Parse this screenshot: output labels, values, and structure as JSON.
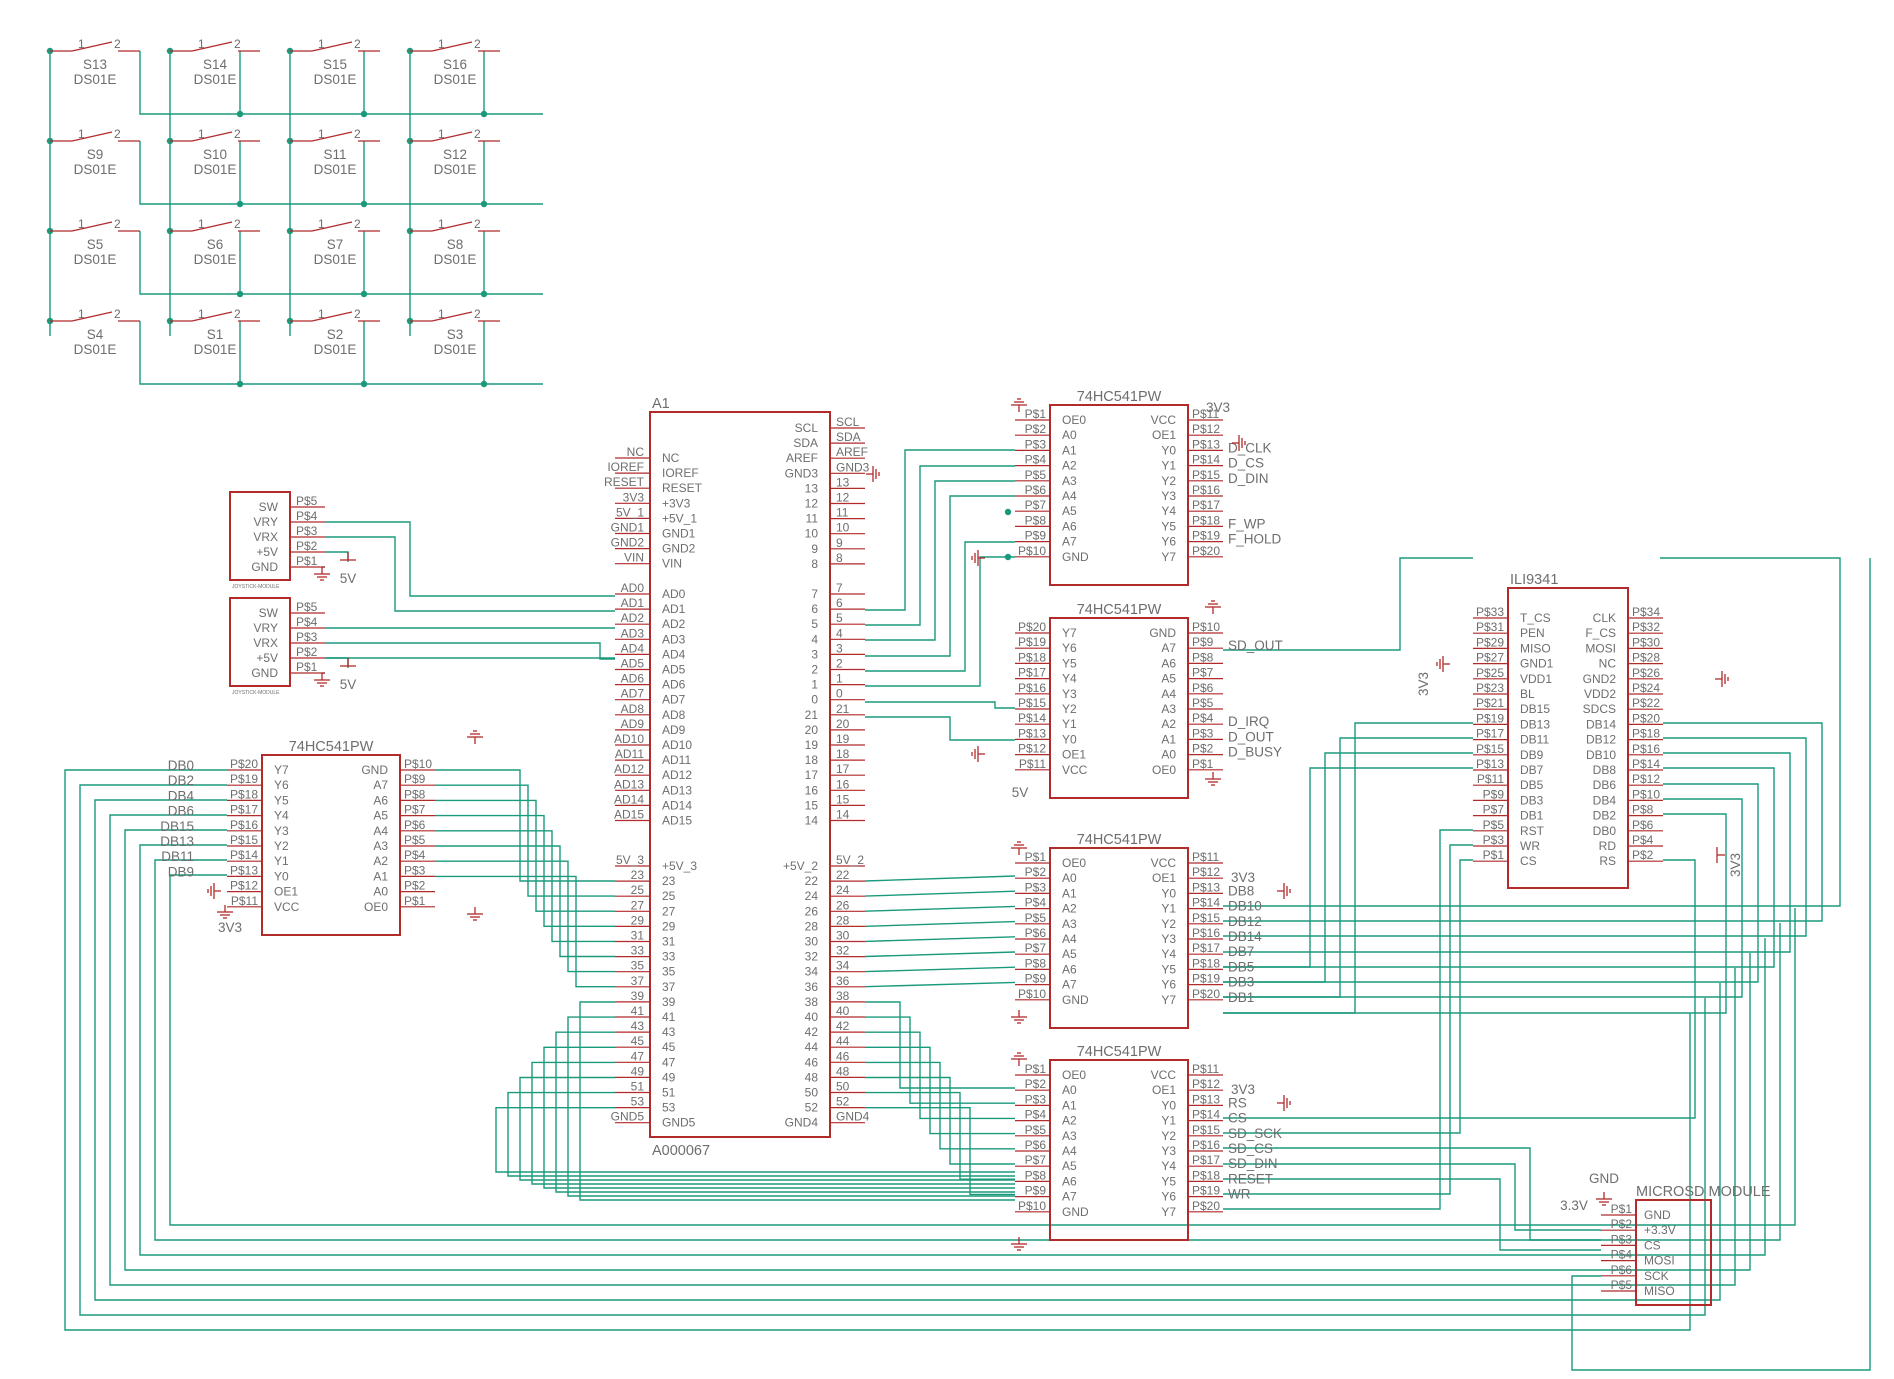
{
  "keypad": {
    "rows": [
      [
        {
          "ref": "S13",
          "val": "DS01E"
        },
        {
          "ref": "S14",
          "val": "DS01E"
        },
        {
          "ref": "S15",
          "val": "DS01E"
        },
        {
          "ref": "S16",
          "val": "DS01E"
        }
      ],
      [
        {
          "ref": "S9",
          "val": "DS01E"
        },
        {
          "ref": "S10",
          "val": "DS01E"
        },
        {
          "ref": "S11",
          "val": "DS01E"
        },
        {
          "ref": "S12",
          "val": "DS01E"
        }
      ],
      [
        {
          "ref": "S5",
          "val": "DS01E"
        },
        {
          "ref": "S6",
          "val": "DS01E"
        },
        {
          "ref": "S7",
          "val": "DS01E"
        },
        {
          "ref": "S8",
          "val": "DS01E"
        }
      ],
      [
        {
          "ref": "S4",
          "val": "DS01E"
        },
        {
          "ref": "S1",
          "val": "DS01E"
        },
        {
          "ref": "S2",
          "val": "DS01E"
        },
        {
          "ref": "S3",
          "val": "DS01E"
        }
      ]
    ],
    "pin1": "1",
    "pin2": "2"
  },
  "joysticks": [
    {
      "inner": [
        "SW",
        "VRY",
        "VRX",
        "+5V",
        "GND"
      ],
      "outer": [
        "P$5",
        "P$4",
        "P$3",
        "P$2",
        "P$1"
      ],
      "caption": "JOYSTICK-MODULE",
      "power": "5V"
    },
    {
      "inner": [
        "SW",
        "VRY",
        "VRX",
        "+5V",
        "GND"
      ],
      "outer": [
        "P$5",
        "P$4",
        "P$3",
        "P$2",
        "P$1"
      ],
      "caption": "JOYSTICK-MODULE",
      "power": "5V"
    }
  ],
  "arduino": {
    "ref": "A1",
    "value": "A000067",
    "left_top_inner": [
      "NC",
      "IOREF",
      "RESET",
      "+3V3",
      "+5V_1",
      "GND1",
      "GND2",
      "VIN"
    ],
    "left_top_outer": [
      "NC",
      "IOREF",
      "RESET",
      "3V3",
      "5V_1",
      "GND1",
      "GND2",
      "VIN"
    ],
    "left_analog_inner": [
      "AD0",
      "AD1",
      "AD2",
      "AD3",
      "AD4",
      "AD5",
      "AD6",
      "AD7",
      "AD8",
      "AD9",
      "AD10",
      "AD11",
      "AD12",
      "AD13",
      "AD14",
      "AD15"
    ],
    "left_analog_outer": [
      "AD0",
      "AD1",
      "AD2",
      "AD3",
      "AD4",
      "AD5",
      "AD6",
      "AD7",
      "AD8",
      "AD9",
      "AD10",
      "AD11",
      "AD12",
      "AD13",
      "AD14",
      "AD15"
    ],
    "left_bottom_inner": [
      "+5V_3",
      "23",
      "25",
      "27",
      "29",
      "31",
      "33",
      "35",
      "37",
      "39",
      "41",
      "43",
      "45",
      "47",
      "49",
      "51",
      "53",
      "GND5"
    ],
    "left_bottom_outer": [
      "5V_3",
      "23",
      "25",
      "27",
      "29",
      "31",
      "33",
      "35",
      "37",
      "39",
      "41",
      "43",
      "45",
      "47",
      "49",
      "51",
      "53",
      "GND5"
    ],
    "right_top_inner": [
      "SCL",
      "SDA",
      "AREF",
      "GND3",
      "13",
      "12",
      "11",
      "10",
      "9",
      "8"
    ],
    "right_top_outer": [
      "SCL",
      "SDA",
      "AREF",
      "GND3",
      "13",
      "12",
      "11",
      "10",
      "9",
      "8"
    ],
    "right_mid_inner": [
      "7",
      "6",
      "5",
      "4",
      "3",
      "2",
      "1",
      "0",
      "21",
      "20",
      "19",
      "18",
      "17",
      "16",
      "15",
      "14"
    ],
    "right_mid_outer": [
      "7",
      "6",
      "5",
      "4",
      "3",
      "2",
      "1",
      "0",
      "21",
      "20",
      "19",
      "18",
      "17",
      "16",
      "15",
      "14"
    ],
    "right_bottom_inner": [
      "+5V_2",
      "22",
      "24",
      "26",
      "28",
      "30",
      "32",
      "34",
      "36",
      "38",
      "40",
      "42",
      "44",
      "46",
      "48",
      "50",
      "52",
      "GND4"
    ],
    "right_bottom_outer": [
      "5V_2",
      "22",
      "24",
      "26",
      "28",
      "30",
      "32",
      "34",
      "36",
      "38",
      "40",
      "42",
      "44",
      "46",
      "48",
      "50",
      "52",
      "GND4"
    ]
  },
  "buffers": {
    "part": "74HC541PW",
    "b1": {
      "left_outer": [
        "P$1",
        "P$2",
        "P$3",
        "P$4",
        "P$5",
        "P$6",
        "P$7",
        "P$8",
        "P$9",
        "P$10"
      ],
      "left_inner": [
        "OE0",
        "A0",
        "A1",
        "A2",
        "A3",
        "A4",
        "A5",
        "A6",
        "A7",
        "GND"
      ],
      "right_inner": [
        "VCC",
        "OE1",
        "Y0",
        "Y1",
        "Y2",
        "Y3",
        "Y4",
        "Y5",
        "Y6",
        "Y7"
      ],
      "right_outer": [
        "P$11",
        "P$12",
        "P$13",
        "P$14",
        "P$15",
        "P$16",
        "P$17",
        "P$18",
        "P$19",
        "P$20"
      ],
      "nets": [
        "",
        "",
        "D_CLK",
        "D_CS",
        "D_DIN",
        "",
        "",
        "F_WP",
        "F_HOLD",
        ""
      ],
      "power": "3V3"
    },
    "b2": {
      "left_outer": [
        "P$20",
        "P$19",
        "P$18",
        "P$17",
        "P$16",
        "P$15",
        "P$14",
        "P$13",
        "P$12",
        "P$11"
      ],
      "left_inner": [
        "Y7",
        "Y6",
        "Y5",
        "Y4",
        "Y3",
        "Y2",
        "Y1",
        "Y0",
        "OE1",
        "VCC"
      ],
      "right_inner": [
        "GND",
        "A7",
        "A6",
        "A5",
        "A4",
        "A3",
        "A2",
        "A1",
        "A0",
        "OE0"
      ],
      "right_outer": [
        "P$10",
        "P$9",
        "P$8",
        "P$7",
        "P$6",
        "P$5",
        "P$4",
        "P$3",
        "P$2",
        "P$1"
      ],
      "nets": [
        "",
        "SD_OUT",
        "",
        "",
        "",
        "",
        "D_IRQ",
        "D_OUT",
        "D_BUSY",
        ""
      ],
      "power": "5V"
    },
    "b3": {
      "left_outer": [
        "P$1",
        "P$2",
        "P$3",
        "P$4",
        "P$5",
        "P$6",
        "P$7",
        "P$8",
        "P$9",
        "P$10"
      ],
      "left_inner": [
        "OE0",
        "A0",
        "A1",
        "A2",
        "A3",
        "A4",
        "A5",
        "A6",
        "A7",
        "GND"
      ],
      "right_inner": [
        "VCC",
        "OE1",
        "Y0",
        "Y1",
        "Y2",
        "Y3",
        "Y4",
        "Y5",
        "Y6",
        "Y7"
      ],
      "right_outer": [
        "P$11",
        "P$12",
        "P$13",
        "P$14",
        "P$15",
        "P$16",
        "P$17",
        "P$18",
        "P$19",
        "P$20"
      ],
      "nets": [
        "",
        "",
        "DB8",
        "DB10",
        "DB12",
        "DB14",
        "DB7",
        "DB5",
        "DB3",
        "DB1"
      ],
      "power": "3V3"
    },
    "b4": {
      "left_outer": [
        "P$1",
        "P$2",
        "P$3",
        "P$4",
        "P$5",
        "P$6",
        "P$7",
        "P$8",
        "P$9",
        "P$10"
      ],
      "left_inner": [
        "OE0",
        "A0",
        "A1",
        "A2",
        "A3",
        "A4",
        "A5",
        "A6",
        "A7",
        "GND"
      ],
      "right_inner": [
        "VCC",
        "OE1",
        "Y0",
        "Y1",
        "Y2",
        "Y3",
        "Y4",
        "Y5",
        "Y6",
        "Y7"
      ],
      "right_outer": [
        "P$11",
        "P$12",
        "P$13",
        "P$14",
        "P$15",
        "P$16",
        "P$17",
        "P$18",
        "P$19",
        "P$20"
      ],
      "nets": [
        "",
        "",
        "RS",
        "CS",
        "SD_SCK",
        "SD_CS",
        "SD_DIN",
        "RESET",
        "WR",
        ""
      ],
      "power": "3V3"
    },
    "b5": {
      "left_outer": [
        "P$20",
        "P$19",
        "P$18",
        "P$17",
        "P$16",
        "P$15",
        "P$14",
        "P$13",
        "P$12",
        "P$11"
      ],
      "left_inner": [
        "Y7",
        "Y6",
        "Y5",
        "Y4",
        "Y3",
        "Y2",
        "Y1",
        "Y0",
        "OE1",
        "VCC"
      ],
      "right_inner": [
        "GND",
        "A7",
        "A6",
        "A5",
        "A4",
        "A3",
        "A2",
        "A1",
        "A0",
        "OE0"
      ],
      "right_outer": [
        "P$10",
        "P$9",
        "P$8",
        "P$7",
        "P$6",
        "P$5",
        "P$4",
        "P$3",
        "P$2",
        "P$1"
      ],
      "nets": [
        "DB0",
        "DB2",
        "DB4",
        "DB6",
        "DB15",
        "DB13",
        "DB11",
        "DB9",
        "",
        ""
      ],
      "power": "3V3"
    }
  },
  "lcd": {
    "ref": "ILI9341",
    "left_outer": [
      "P$33",
      "P$31",
      "P$29",
      "P$27",
      "P$25",
      "P$23",
      "P$21",
      "P$19",
      "P$17",
      "P$15",
      "P$13",
      "P$11",
      "P$9",
      "P$7",
      "P$5",
      "P$3",
      "P$1"
    ],
    "left_inner": [
      "T_CS",
      "PEN",
      "MISO",
      "GND1",
      "VDD1",
      "BL",
      "DB15",
      "DB13",
      "DB11",
      "DB9",
      "DB7",
      "DB5",
      "DB3",
      "DB1",
      "RST",
      "WR",
      "CS"
    ],
    "right_inner": [
      "CLK",
      "F_CS",
      "MOSI",
      "NC",
      "GND2",
      "VDD2",
      "SDCS",
      "DB14",
      "DB12",
      "DB10",
      "DB8",
      "DB6",
      "DB4",
      "DB2",
      "DB0",
      "RD",
      "RS"
    ],
    "right_outer": [
      "P$34",
      "P$32",
      "P$30",
      "P$28",
      "P$26",
      "P$24",
      "P$22",
      "P$20",
      "P$18",
      "P$16",
      "P$14",
      "P$12",
      "P$10",
      "P$8",
      "P$6",
      "P$4",
      "P$2"
    ],
    "power_left": "3V3",
    "power_right": "3V3"
  },
  "sd": {
    "ref": "MICROSD MODULE",
    "outer": [
      "P$1",
      "P$2",
      "P$3",
      "P$4",
      "P$6",
      "P$5"
    ],
    "inner": [
      "GND",
      "+3.3V",
      "CS",
      "MOSI",
      "SCK",
      "MISO"
    ],
    "gnd": "GND",
    "power": "3.3V"
  }
}
